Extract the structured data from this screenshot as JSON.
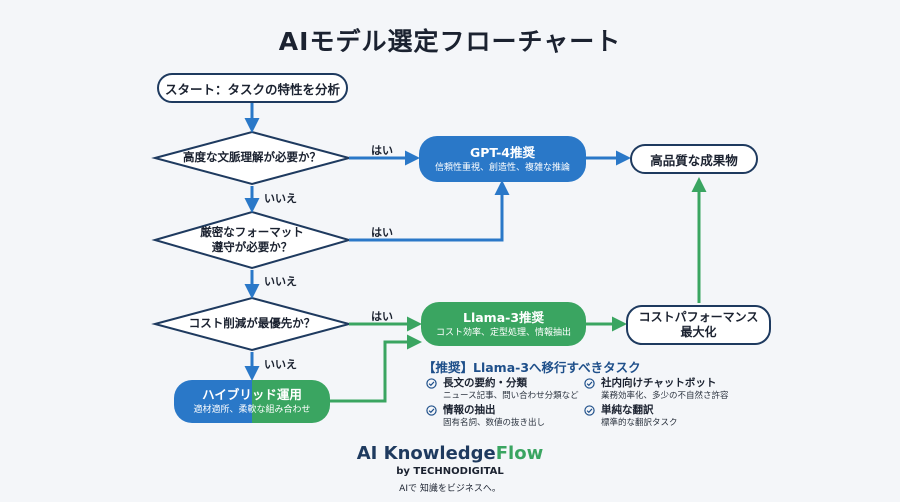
{
  "title": "AIモデル選定フローチャート",
  "nodes": {
    "start": "スタート：タスクの特性を分析",
    "q1": "高度な文脈理解が必要か？",
    "q2_line1": "厳密なフォーマット",
    "q2_line2": "遵守が必要か？",
    "q3": "コスト削減が最優先か？",
    "gpt4_title": "GPT-4推奨",
    "gpt4_sub": "信頼性重視、創造性、複雑な推論",
    "llama_title": "Llama-3推奨",
    "llama_sub": "コスト効率、定型処理、情報抽出",
    "hybrid_title": "ハイブリッド運用",
    "hybrid_sub": "適材適所、柔軟な組み合わせ",
    "quality": "高品質な成果物",
    "cost_line1": "コストパフォーマンス",
    "cost_line2": "最大化"
  },
  "edge_labels": {
    "yes1": "はい",
    "yes2": "はい",
    "yes3": "はい",
    "no1": "いいえ",
    "no2": "いいえ",
    "no3": "いいえ"
  },
  "tasks": {
    "heading": "【推奨】Llama-3へ移行すべきタスク",
    "items": [
      {
        "title": "長文の要約・分類",
        "desc": "ニュース記事、問い合わせ分類など"
      },
      {
        "title": "社内向けチャットボット",
        "desc": "業務効率化、多少の不自然さ許容"
      },
      {
        "title": "情報の抽出",
        "desc": "固有名詞、数値の抜き出し"
      },
      {
        "title": "単純な翻訳",
        "desc": "標準的な翻訳タスク"
      }
    ]
  },
  "brand": {
    "name_part1": "AI Knowledge",
    "name_part2": "Flow",
    "by": "by TECHNODIGITAL",
    "tagline": "AIで 知識をビジネスへ。"
  },
  "colors": {
    "blue": "#2a78c8",
    "green": "#3aa561",
    "navy": "#1e3a5f",
    "background": "#f4f6f9"
  }
}
